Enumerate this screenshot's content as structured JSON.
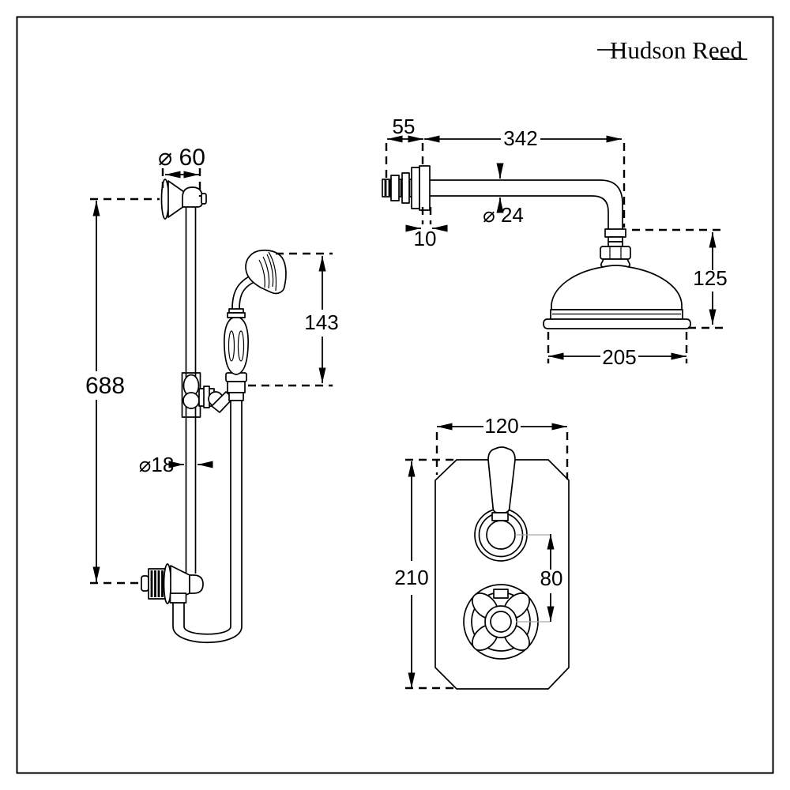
{
  "brand": {
    "name": "Hudson Reed"
  },
  "colors": {
    "line": "#000000",
    "background": "#ffffff",
    "leader_line": "#a6a6a6"
  },
  "drawings": {
    "slide_rail": {
      "dims": {
        "wall_bracket_diameter": "⌀ 60",
        "rail_length": "688",
        "handset_height": "143",
        "rail_diameter": "⌀18"
      }
    },
    "shower_head": {
      "dims": {
        "wall_fixing_length": "55",
        "arm_length": "342",
        "wall_plate_thickness": "10",
        "arm_diameter": "⌀ 24",
        "head_height": "125",
        "head_diameter": "205"
      }
    },
    "valve": {
      "dims": {
        "plate_width": "120",
        "plate_height": "210",
        "control_centres": "80"
      }
    }
  }
}
